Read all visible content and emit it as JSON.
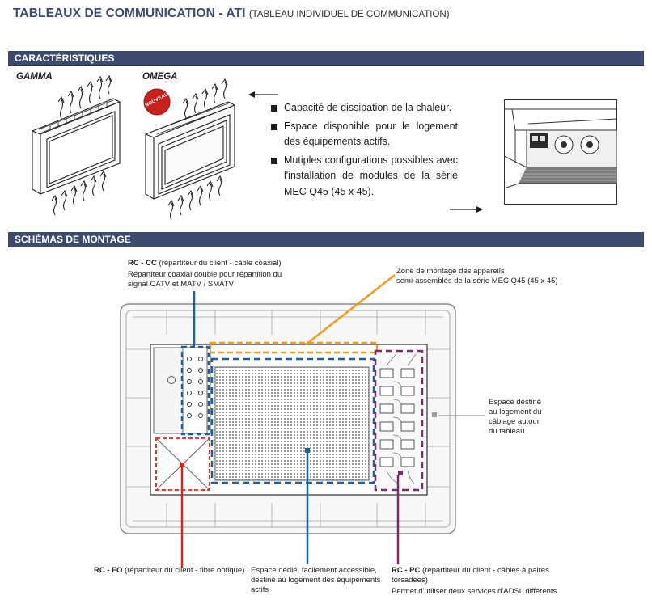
{
  "title": {
    "main": "TABLEAUX DE COMMUNICATION - ATI",
    "sub": "(TABLEAU INDIVIDUEL DE COMMUNICATION)"
  },
  "sections": {
    "characteristics": "CARACTÉRISTIQUES",
    "mounting": "SCHÉMAS DE MONTAGE"
  },
  "products": {
    "gamma": "GAMMA",
    "omega": "OMEGA",
    "badge": "NOUVEAU"
  },
  "features": [
    "Capacité de dissipation de la chaleur.",
    "Espace disponible pour le logement des équipements actifs.",
    "Mutiples configurations possibles avec l'installation de modules de la série MEC Q45 (45 x 45)."
  ],
  "callouts": {
    "rc_cc": {
      "code": "RC - CC",
      "title": "(répartiteur du client - câble coaxial)",
      "desc": "Répartiteur coaxial double pour répartition du signal CATV et MATV / SMATV"
    },
    "zone_mec": {
      "line1": "Zone de montage des appareils",
      "line2": "semi-assemblés de la série MEC Q45 (45 x 45)"
    },
    "cabling": {
      "l1": "Espace destiné",
      "l2": "au logement du",
      "l3": "câblage autour",
      "l4": "du tableau"
    },
    "rc_fo": {
      "code": "RC - FO",
      "title": "(répartiteur du client - fibre optique)"
    },
    "active": {
      "l1": "Espace dédié, facilement accessible,",
      "l2": "destiné au logement des équipements",
      "l3": "actifs"
    },
    "rc_pc": {
      "code": "RC - PC",
      "title": "(répartiteur du client - câbles à paires",
      "title2": "torsadées)",
      "desc": "Permet d'utiliser deux services d'ADSL différents"
    }
  },
  "colors": {
    "header_bar": "#3d4a6d",
    "title": "#3c4a6e",
    "coax_blue": "#1b5f9c",
    "mec_orange": "#f39a1e",
    "twisted_purple": "#7b2a6b",
    "fiber_red": "#d9261c",
    "cabling_gray": "#9a9a9a"
  }
}
